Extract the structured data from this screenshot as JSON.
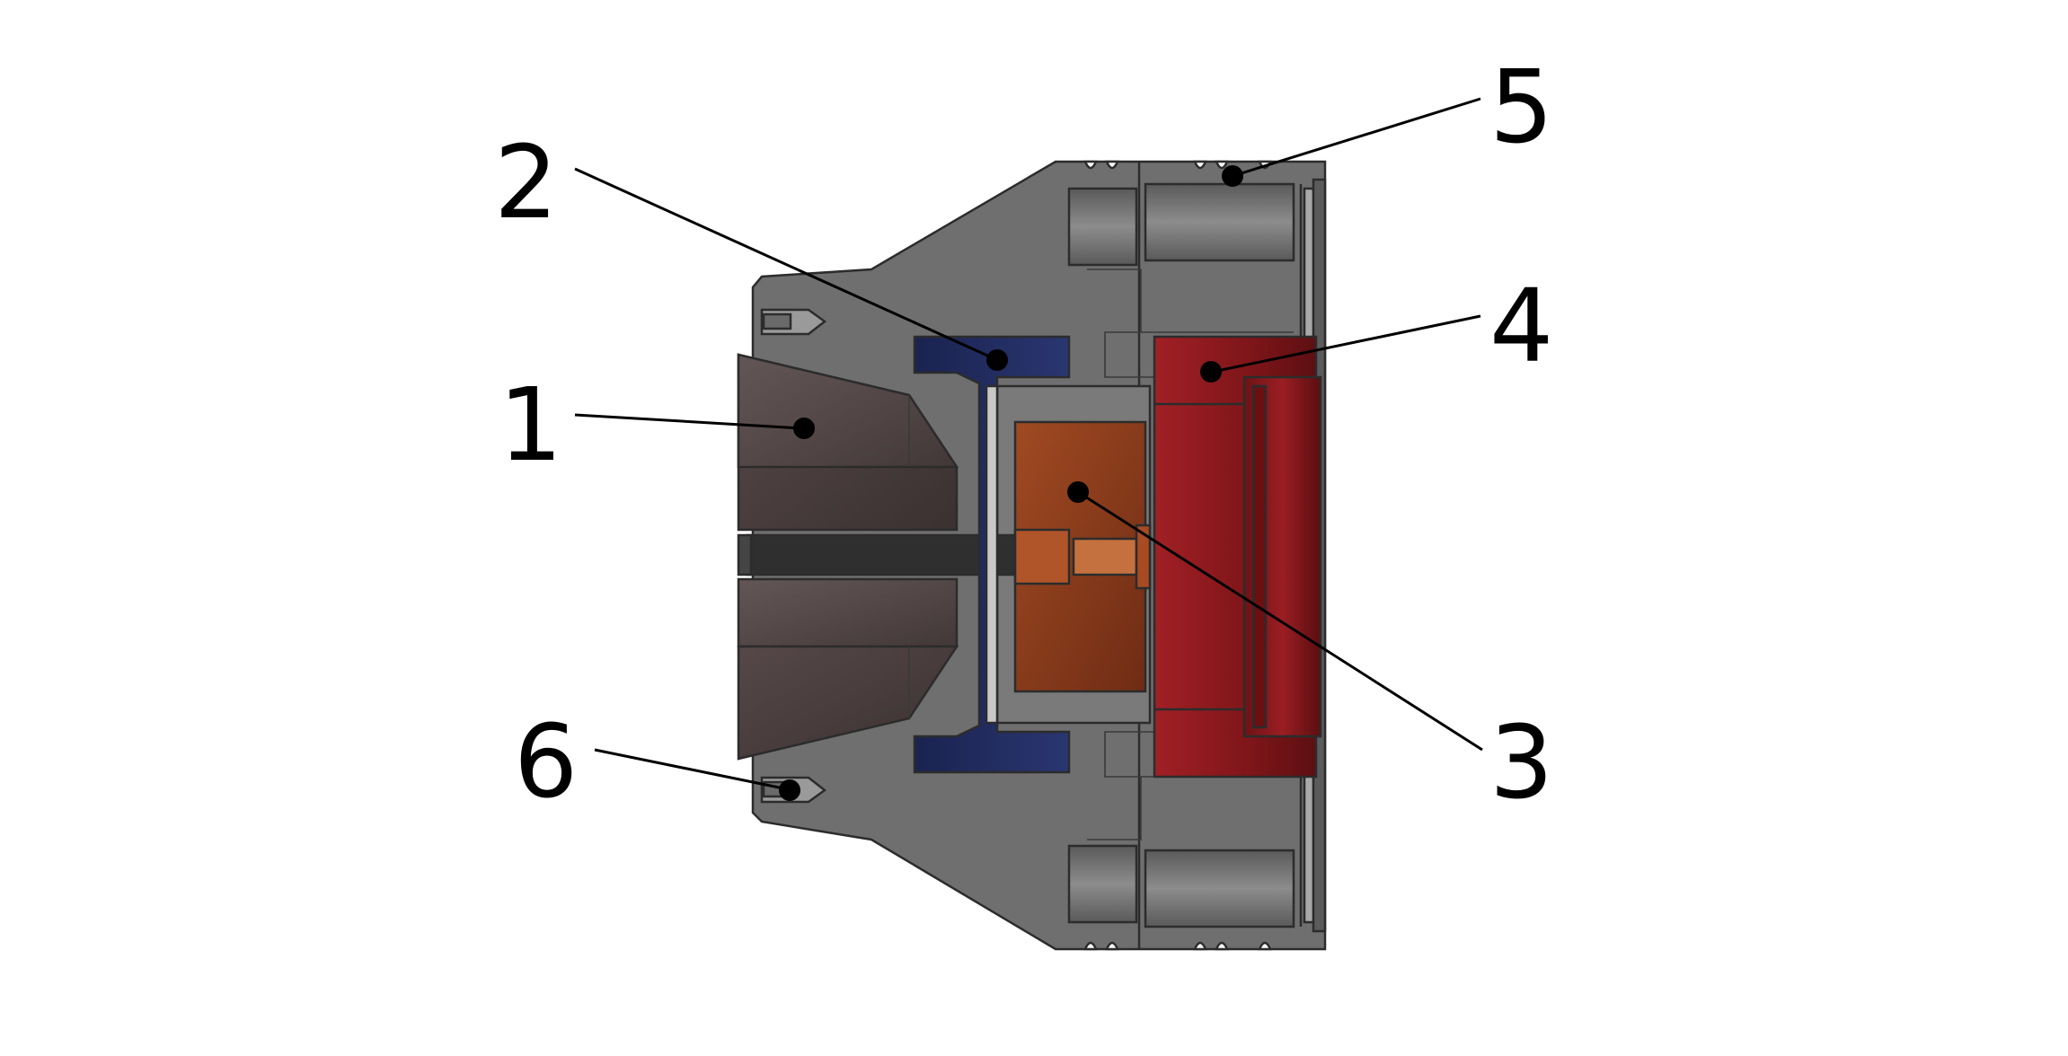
{
  "figure": {
    "callouts": [
      {
        "id": "1",
        "label": "1"
      },
      {
        "id": "2",
        "label": "2"
      },
      {
        "id": "3",
        "label": "3"
      },
      {
        "id": "4",
        "label": "4"
      },
      {
        "id": "5",
        "label": "5"
      },
      {
        "id": "6",
        "label": "6"
      }
    ],
    "colors": {
      "housing_gray": "#6b6b6b",
      "housing_light": "#8a8a8a",
      "jaw_brown": "#4a3f3f",
      "retainer_blue": "#1f2a55",
      "copper_core": "#8a3a1c",
      "red_plate": "#8c1a1f",
      "background": "#ffffff"
    }
  }
}
